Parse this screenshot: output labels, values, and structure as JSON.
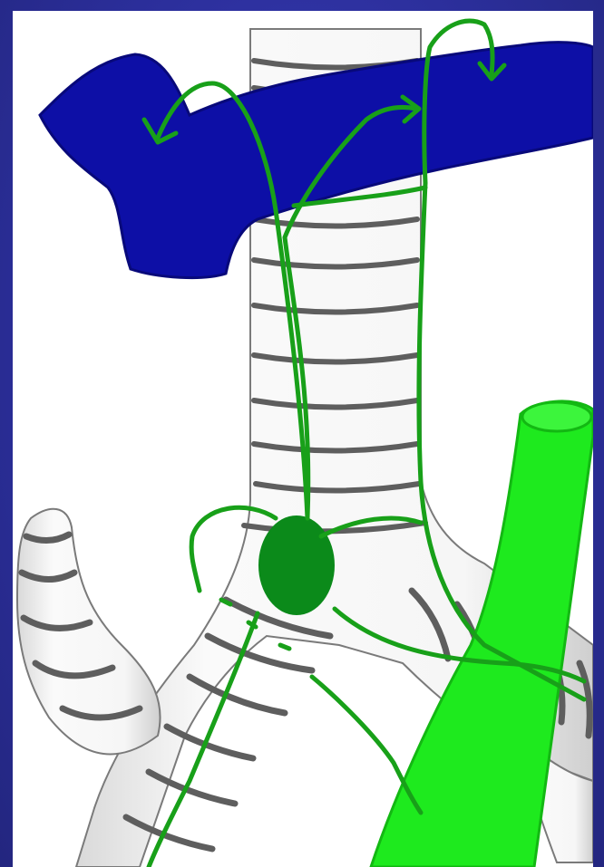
{
  "colors": {
    "frame": "#2b2e9a",
    "panel": "#ffffff",
    "vessel_blue": "#0d0fa6",
    "vessel_green": "#1eea1e",
    "node_green": "#0b8a1a",
    "nerve_green": "#18a019",
    "cartilage_fill": "#f4f4f4",
    "ring_shade": "#6e6e6e"
  },
  "icons": {
    "vein": "blue-vein-shape",
    "artery": "green-artery-shape",
    "lymph_node": "green-oval-node",
    "arrows": "curved-arrow-icon"
  }
}
